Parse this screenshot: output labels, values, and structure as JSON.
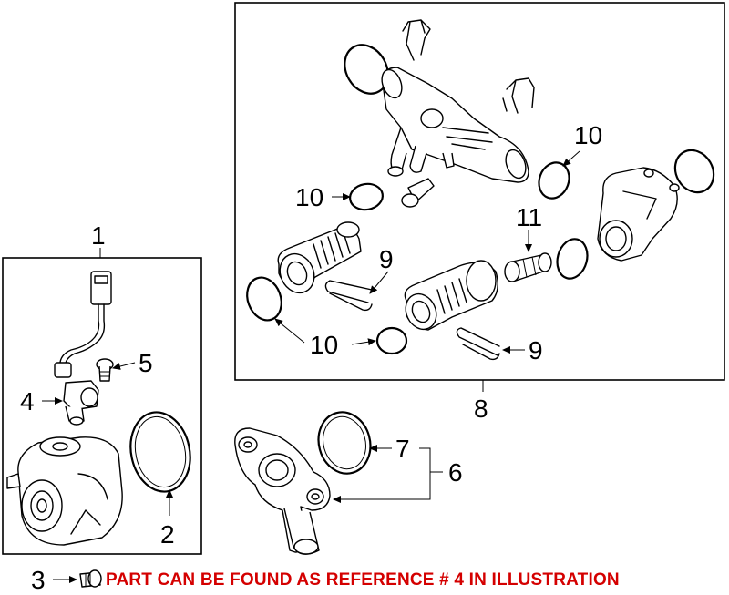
{
  "callouts": {
    "c1": "1",
    "c2": "2",
    "c3": "3",
    "c4": "4",
    "c5": "5",
    "c6": "6",
    "c7": "7",
    "c8": "8",
    "c9a": "9",
    "c9b": "9",
    "c10a": "10",
    "c10b": "10",
    "c10c": "10",
    "c11": "11"
  },
  "note": "PART CAN BE FOUND AS REFERENCE # 4 IN ILLUSTRATION",
  "colors": {
    "note": "#d40000",
    "lines": "#000000",
    "background": "#ffffff"
  }
}
